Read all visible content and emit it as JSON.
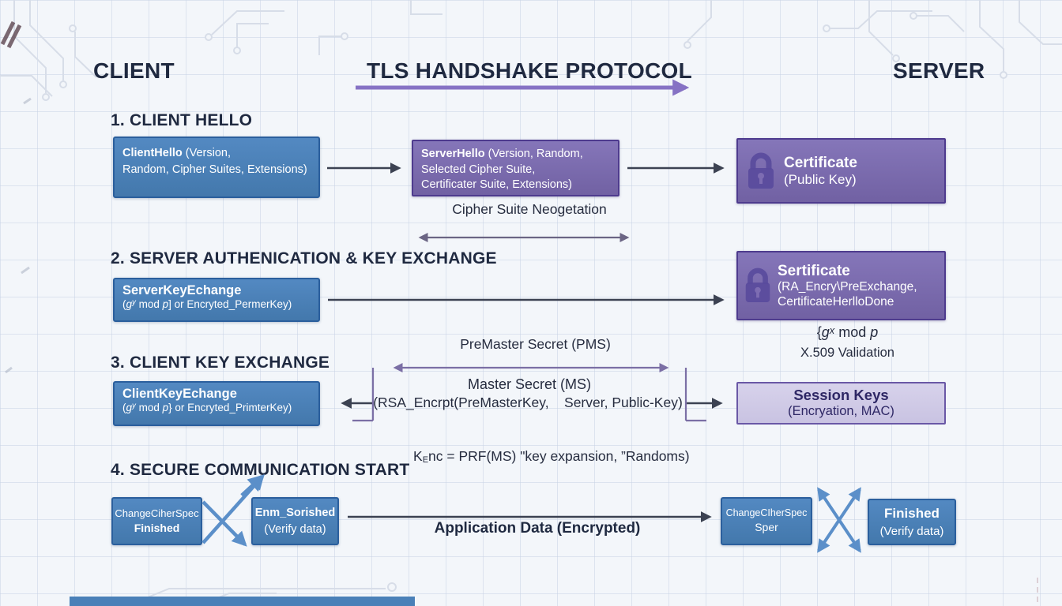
{
  "colors": {
    "background": "#f3f6fa",
    "heading_text": "#1f2940",
    "blue_box_border": "#2b5f9d",
    "purple_box_border": "#4e3b8e",
    "lavender_box_border": "#6a58a6",
    "lavender_box_text": "#2e2765",
    "title_arrow": "#8672c4",
    "gray_arrow": "#3c4252",
    "mid_arrow": "#6b6584",
    "bracket_arrow": "#7b6fa5",
    "blue_arrow": "#5b8fc9",
    "bottom_bar": "#4a80b8"
  },
  "header": {
    "client_label": "CLIENT",
    "title": "TLS HANDSHAKE PROTOCOL",
    "server_label": "SERVER"
  },
  "section1": {
    "heading": "1. CLIENT HELLO",
    "client_hello": {
      "title": "ClientHello",
      "title_rest": " (Version,",
      "line2": "Random, Cipher Suites, Extensions)"
    },
    "server_hello": {
      "title": "ServerHello",
      "title_rest": " (Version, Random,",
      "line2": "Selected Cipher Suite,",
      "line3": "Certificater Suite, Extensions)"
    },
    "certificate": {
      "title": "Certificate",
      "subtitle": "(Public Key)",
      "icon": "lock-icon"
    },
    "negotiation_label": "Cipher Suite Neogetation"
  },
  "section2": {
    "heading": "2. SERVER AUTHENICATION & KEY EXCHANGE",
    "server_key_exchange": {
      "title": "ServerKeyEchange",
      "f_open": "(",
      "f_g": "g",
      "f_sup": "y",
      "f_mid": " mod ",
      "f_p": "p",
      "f_close": "] or Encryted_PermerKey)"
    },
    "sertificate": {
      "title": "Sertificate",
      "line2": "(RA_Encry\\PreExchange,",
      "line3": "CertificateHerlloDone",
      "icon": "lock-icon"
    },
    "gx_formula": {
      "open": "{",
      "g": "g",
      "sup": "x",
      "mid": " mod ",
      "p": "p"
    },
    "validation_label": "X.509 Validation"
  },
  "section3": {
    "heading": "3. CLIENT KEY EXCHANGE",
    "client_key_exchange": {
      "title": "ClientKeyEchange",
      "f_open": "(",
      "f_g": "g",
      "f_sup": "y",
      "f_mid": " mod ",
      "f_p": "p",
      "f_close": "} or Encryted_PrimterKey)"
    },
    "premaster_label": "PreMaster Secret (PMS)",
    "master_label": "Master Secret (MS)",
    "master_detail": "(RSA_Encrpt(PreMasterKey,    Server, Public-Key)",
    "session_keys": {
      "title": "Session Keys",
      "subtitle": "(Encryation, MAC)"
    },
    "kenc_formula": {
      "k": "K",
      "sub": "E",
      "rest": "nc = PRF(MS) \"key expansion, ”Randoms)"
    }
  },
  "section4": {
    "heading": "4. SECURE COMMUNICATION START",
    "ccs_client": {
      "line1": "ChangeCiherSpec",
      "line2": "Finished"
    },
    "finished_client": {
      "line1": "Enm_Sorished",
      "line2": "(Verify data)"
    },
    "app_data_label": "Application Data (Encrypted)",
    "ccs_server": {
      "line1": "ChangeCIherSpec",
      "line2": "Sper"
    },
    "finished_server": {
      "line1": "Finished",
      "line2": "(Verify data)"
    }
  }
}
